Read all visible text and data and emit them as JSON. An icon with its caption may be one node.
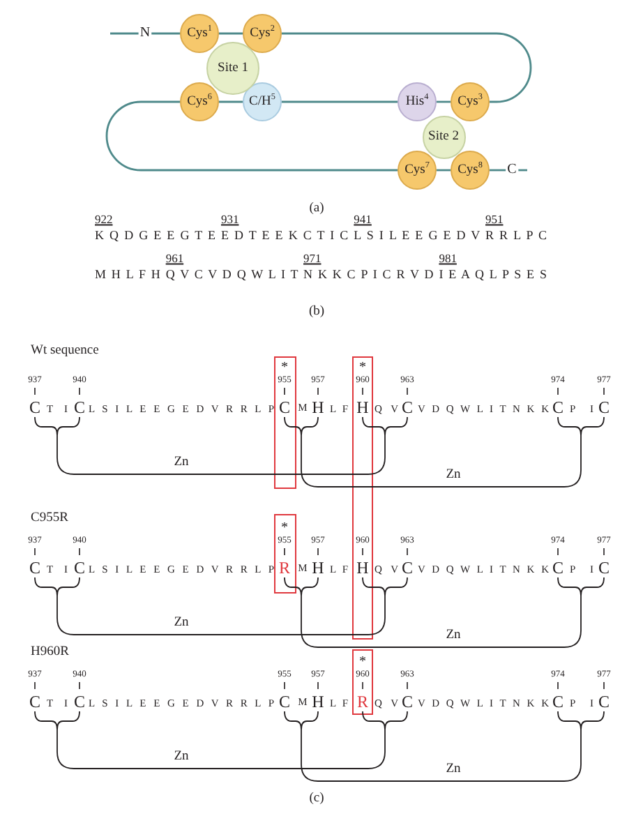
{
  "diagram": {
    "nodes": [
      {
        "text": [
          "N"
        ]
      },
      {
        "text": [
          "Cys$^{1}$"
        ]
      },
      {
        "text": [
          "Cys$^{2}$"
        ]
      },
      {
        "text": [
          "Site 1"
        ]
      },
      {
        "text": [
          "Cys$^{6}$"
        ]
      },
      {
        "text": [
          "C/H$^{5}$"
        ]
      },
      {
        "text": [
          "His$^{4}$"
        ]
      },
      {
        "text": [
          "Cys$^{3}$"
        ]
      },
      {
        "text": [
          "Site 2"
        ]
      },
      {
        "text": [
          "Cys$^{7}$"
        ]
      },
      {
        "text": [
          "Cys$^{8}$"
        ]
      },
      {
        "text": [
          "C"
        ]
      }
    ],
    "edges": [
      {
        "from": null,
        "to": 0,
        "arrow": "none"
      },
      {
        "from": 0,
        "to": 1,
        "arrow": "none"
      },
      {
        "from": 1,
        "to": 2,
        "arrow": "none"
      },
      {
        "from": 2,
        "to": 7,
        "arrow": "none"
      },
      {
        "from": 7,
        "to": 6,
        "arrow": "none"
      },
      {
        "from": 6,
        "to": 5,
        "arrow": "none"
      },
      {
        "from": 5,
        "to": 4,
        "arrow": "none"
      },
      {
        "from": 4,
        "to": 9,
        "arrow": "none"
      },
      {
        "from": 9,
        "to": 10,
        "arrow": "none"
      },
      {
        "from": 10,
        "to": 11,
        "arrow": "none"
      },
      {
        "from": 11,
        "to": null,
        "arrow": "none"
      }
    ],
    "labels": [
      "(a)",
      "922",
      "931",
      "941",
      "951",
      "K Q D G E E G T E E D T E E K C T I C L S I L E E G E D V R R L P C",
      "961",
      "971",
      "981",
      "M H L F H Q V C V D Q W L I T N K K C P I C R V D I E A Q L P S E S",
      "(b)",
      "Wt sequence",
      "*",
      "*",
      "937",
      "940",
      "955",
      "957",
      "960",
      "963",
      "974",
      "977",
      "C",
      "T I",
      "C",
      "L S I L E E G E D V R R L P",
      "C",
      "M",
      "H",
      "L F",
      "H",
      "Q V",
      "C",
      "V D Q W L I T N K K",
      "C",
      "P I",
      "C",
      "Zn",
      "Zn",
      "C955R",
      "*",
      "937",
      "940",
      "955",
      "957",
      "960",
      "963",
      "974",
      "977",
      "C",
      "T I",
      "C",
      "L S I L E E G E D V R R L P",
      "R",
      "M",
      "H",
      "L F",
      "H",
      "Q V",
      "C",
      "V D Q W L I T N K K",
      "C",
      "P I",
      "C",
      "Zn",
      "Zn",
      "H960R",
      "*",
      "937",
      "940",
      "955",
      "957",
      "960",
      "963",
      "974",
      "977",
      "C",
      "T I",
      "C",
      "L S I L E E G E D V R R L P",
      "C",
      "M",
      "H",
      "L F",
      "R",
      "Q V",
      "C",
      "V D Q W L I T N K K",
      "C",
      "P I",
      "C",
      "Zn",
      "Zn",
      "(c)"
    ]
  }
}
